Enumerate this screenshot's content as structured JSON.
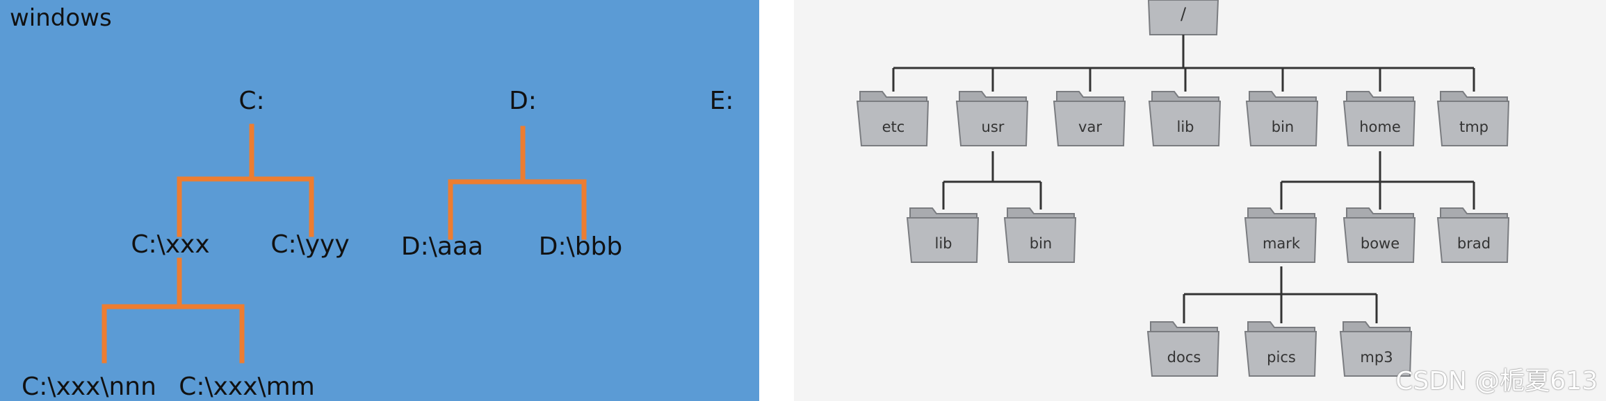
{
  "windows": {
    "title": "windows",
    "drives": [
      {
        "id": "c",
        "label": "C:"
      },
      {
        "id": "d",
        "label": "D:"
      },
      {
        "id": "e",
        "label": "E:"
      }
    ],
    "folders": [
      {
        "id": "cxxx",
        "label": "C:\\xxx"
      },
      {
        "id": "cyyy",
        "label": "C:\\yyy"
      },
      {
        "id": "daaa",
        "label": "D:\\aaa"
      },
      {
        "id": "dbbb",
        "label": "D:\\bbb"
      },
      {
        "id": "cnnn",
        "label": "C:\\xxx\\nnn"
      },
      {
        "id": "cmm",
        "label": "C:\\xxx\\mm"
      }
    ]
  },
  "linux": {
    "root": "/",
    "level1": [
      "etc",
      "usr",
      "var",
      "lib",
      "bin",
      "home",
      "tmp"
    ],
    "usr_children": [
      "lib",
      "bin"
    ],
    "home_children": [
      "mark",
      "bowe",
      "brad"
    ],
    "mark_children": [
      "docs",
      "pics",
      "mp3"
    ]
  },
  "colors": {
    "windows_bg": "#5b9bd5",
    "windows_line": "#ed7d31",
    "folder_fill": "#b9bbbf",
    "folder_stroke": "#7a7c80",
    "tree_line": "#333333"
  },
  "watermark": "CSDN @栀夏613"
}
